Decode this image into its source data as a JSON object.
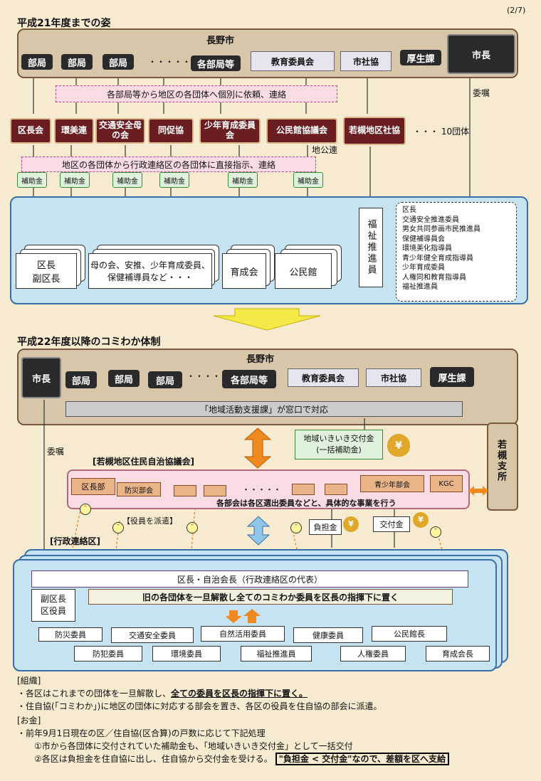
{
  "page_number": "(2/7)",
  "colors": {
    "accent": "#6b1e22",
    "blue": "#c6e3f2",
    "tan": "#d8c6a8",
    "arrow_yellow": "#f5e94a",
    "arrow_orange": "#f08a1e"
  },
  "top": {
    "title": "平成21年度までの姿",
    "city": "長野市",
    "units": [
      "部局",
      "部局",
      "部局",
      "・・・・・",
      "各部局等",
      "教育委員会",
      "市社協",
      "厚生課"
    ],
    "mayor": "市長",
    "request_note": "各部局等から地区の各団体へ個別に依頼、連絡",
    "delegate": "委嘱",
    "groups": [
      "区長会",
      "環美連",
      "交通安全母の会",
      "同促協",
      "少年育成委員会",
      "公民館協議会",
      "若槻地区社協"
    ],
    "more_groups": "・・・ 10団体",
    "chikoren": "地公連",
    "direct_note": "地区の各団体から行政連絡区の各団体に直接指示、連絡",
    "subsidy": "補助金",
    "ward_boxes": [
      "区長\n副区長",
      "母の会、安推、少年育成委員、保健補導員など・・・",
      "育成会",
      "公民館"
    ],
    "welfare": "福祉推進員",
    "roles": [
      "区長",
      "交通安全推進委員",
      "男女共同参画市民推進員",
      "保健補導員会",
      "環境美化指導員",
      "青少年健全育成指導員",
      "少年育成委員",
      "人権同和教育指導員",
      "福祉推進員"
    ]
  },
  "bottom": {
    "title": "平成22年度以降のコミわか体制",
    "city": "長野市",
    "mayor": "市長",
    "units": [
      "部局",
      "部局",
      "部局",
      "・・・・・",
      "各部局等",
      "教育委員会",
      "市社協",
      "厚生課"
    ],
    "window_note": "「地域活動支援課」が窓口で対応",
    "grant": "地域いきいき交付金\n(一括補助金)",
    "branch": "若槻支所",
    "delegate": "委嘱",
    "council": "[若槻地区住民自治協議会]",
    "sections": [
      "区長部",
      "防災部会",
      "・・・・・",
      "青少年部会",
      "KGC"
    ],
    "sections_note": "各部会は各区選出委員などと、具体的な事業を行う",
    "dispatch": "【役員を派遣】",
    "burden": "負担金",
    "grant2": "交付金",
    "admin_label": "[行政連絡区]",
    "head": "区長・自治会長（行政連絡区の代表）",
    "vice": "副区長\n区役員",
    "dissolve": "旧の各団体を一旦解散し全てのコミわか委員を区長の指揮下に置く",
    "members_row1": [
      "防災委員",
      "交通安全委員",
      "自然活用委員",
      "健康委員",
      "公民館長"
    ],
    "members_row2": [
      "防犯委員",
      "環境委員",
      "福祉推進員",
      "人権委員",
      "育成会長"
    ]
  },
  "notes": {
    "org_title": "[組織]",
    "org_1a": "・各区はこれまでの団体を一旦解散し、",
    "org_1b": "全ての委員を区長の指揮下に置く。",
    "org_2": "・住自協(「コミわか」)に地区の団体に対応する部会を置き、各区の役員を住自協の部会に派遣。",
    "money_title": "[お金]",
    "money_1": "・前年9月1日現在の区／住自協(区合算)の戸数に応じて下記処理",
    "money_2": "①市から各団体に交付されていた補助金も、「地域いきいき交付金」として一括交付",
    "money_3": "②各区は負担金を住自協に出し、住自協から交付金を受ける。",
    "money_box": "\"負担金 < 交付金\"なので、差額を区へ支給"
  }
}
